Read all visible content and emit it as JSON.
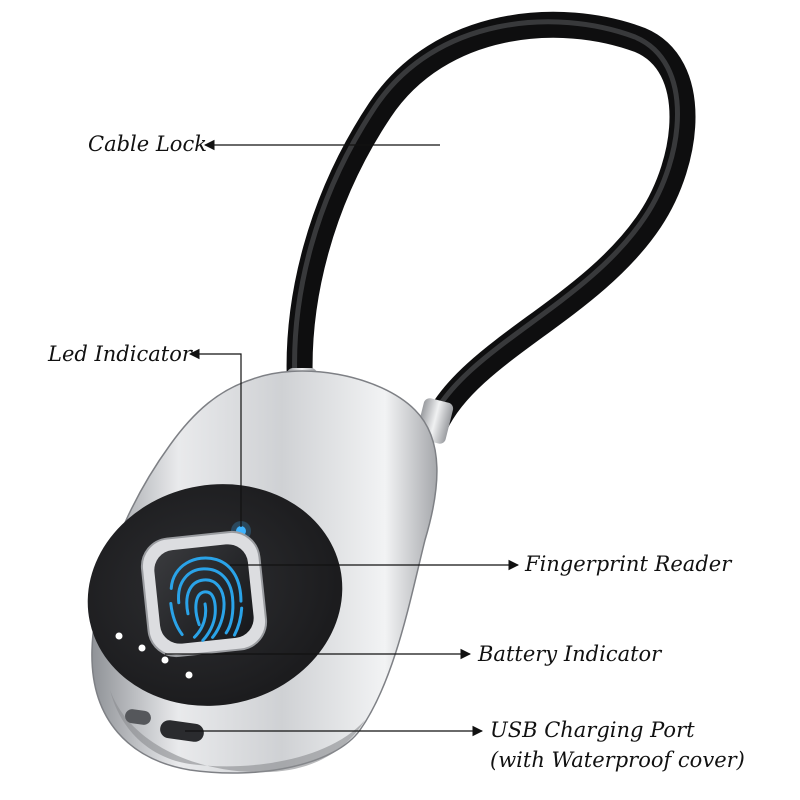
{
  "callouts": {
    "cable_lock": "Cable Lock",
    "led_indicator": "Led Indicator",
    "fingerprint_reader": "Fingerprint Reader",
    "battery_indicator": "Battery Indicator",
    "usb_port_line1": "USB Charging Port",
    "usb_port_line2": "(with Waterproof cover)"
  },
  "colors": {
    "cable": "#1a1a1a",
    "body_silver": "#c9cbcf",
    "face_dark": "#232325",
    "fingerprint_blue": "#2aa3e8",
    "led_blue": "#3fb4ff",
    "text": "#111111"
  }
}
